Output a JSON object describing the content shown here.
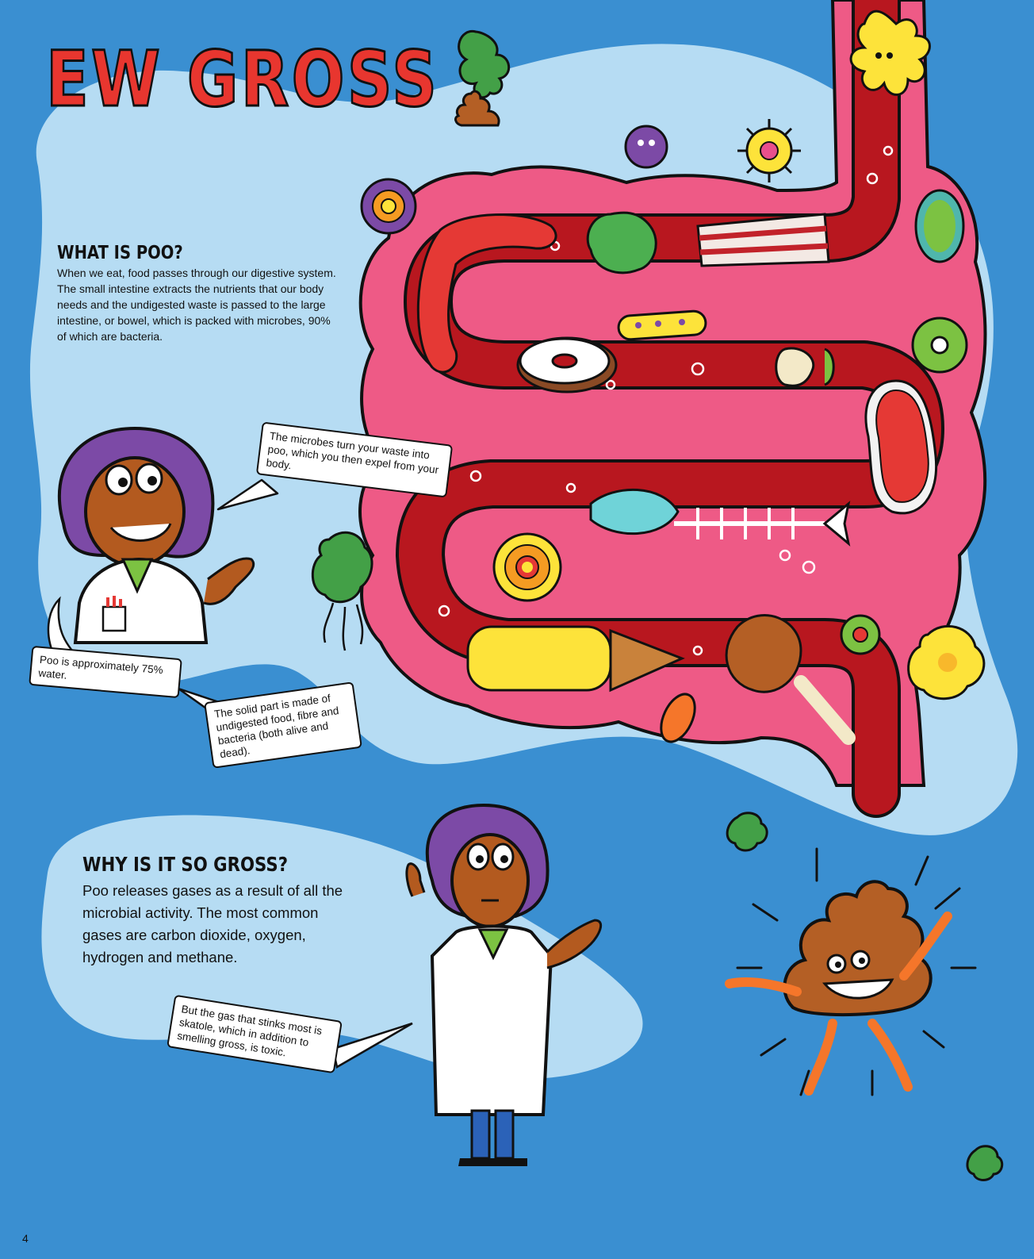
{
  "headline": "EW GROSS",
  "sections": {
    "what": {
      "title": "WHAT IS POO?",
      "body": "When we eat, food passes through our digestive system. The small intestine extracts the nutrients that our body needs and the undigested waste is passed to the large intestine, or bowel, which is packed with microbes, 90% of which are bacteria."
    },
    "why": {
      "title": "WHY IS IT SO GROSS?",
      "body": "Poo releases gases as a result of all the microbial activity. The most common gases are carbon dioxide, oxygen, hydrogen and methane."
    }
  },
  "bubbles": {
    "microbes": "The microbes turn your waste into poo, which you then expel from your body.",
    "water": "Poo is approximately 75% water.",
    "solid": "The solid part is made of undigested food, fibre and bacteria (both alive and dead).",
    "skatole": "But the gas that stinks most is skatole, which in addition to smelling gross, is toxic."
  },
  "page_number": "4",
  "colors": {
    "page_background": "#3a8fd1",
    "blob": "#b6dcf3",
    "headline": "#e8362f",
    "intestine": "#ee5a86",
    "tube": "#b8171f",
    "hair": "#7c4aa6",
    "skin": "#b35a1f",
    "poo": "#b45f25"
  }
}
